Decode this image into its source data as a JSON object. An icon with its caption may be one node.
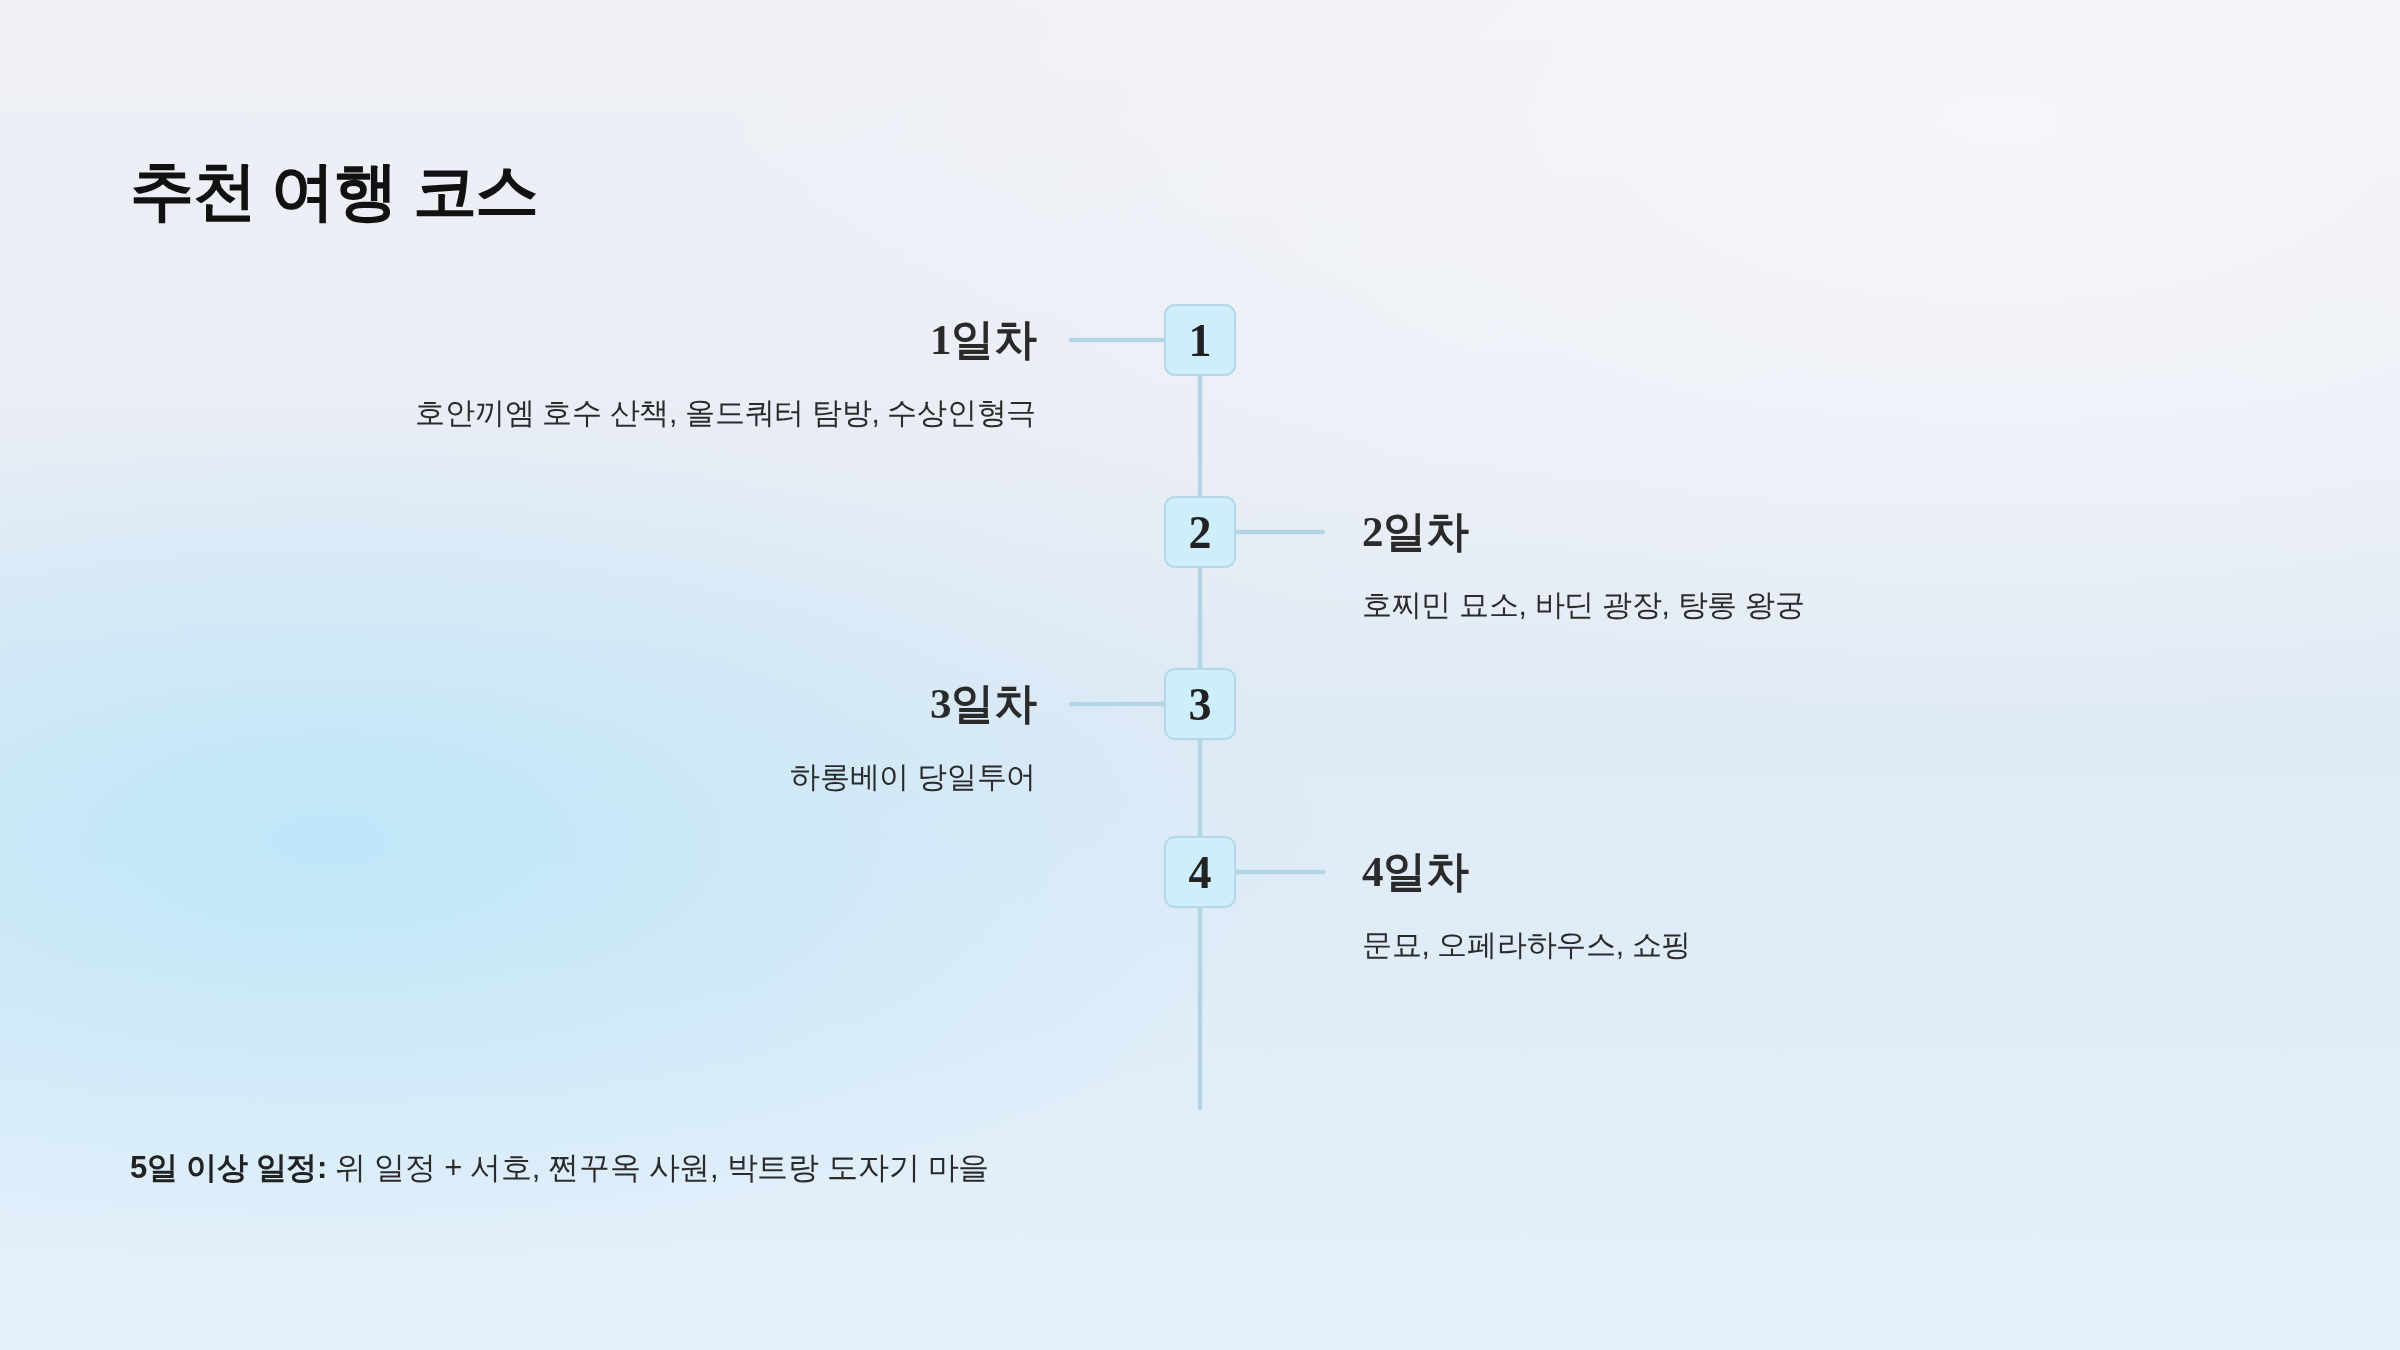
{
  "diagram": {
    "title": "추천 여행 코스",
    "nodes": [
      {
        "text": [
          "1일차",
          "호안끼엠 호수 산책, 올드쿼터 탐방, 수상인형극"
        ]
      },
      {
        "text": [
          "1"
        ]
      },
      {
        "text": [
          "2"
        ]
      },
      {
        "text": [
          "2일차",
          "호찌민 묘소, 바딘 광장, 탕롱 왕궁"
        ]
      },
      {
        "text": [
          "3일차",
          "하롱베이 당일투어"
        ]
      },
      {
        "text": [
          "3"
        ]
      },
      {
        "text": [
          "4"
        ]
      },
      {
        "text": [
          "4일차",
          "문묘, 오페라하우스, 쇼핑"
        ]
      }
    ],
    "edges": [
      {
        "from": 0,
        "to": 1,
        "arrow": "none"
      },
      {
        "from": 1,
        "to": 2,
        "arrow": "none"
      },
      {
        "from": 2,
        "to": 3,
        "arrow": "none"
      },
      {
        "from": 2,
        "to": 5,
        "arrow": "none"
      },
      {
        "from": 4,
        "to": 5,
        "arrow": "none"
      },
      {
        "from": 5,
        "to": 6,
        "arrow": "none"
      },
      {
        "from": 6,
        "to": 7,
        "arrow": "none"
      },
      {
        "from": 6,
        "to": null,
        "arrow": "none"
      }
    ],
    "labels": [
      "**5일 이상 일정:** 위 일정 + 서호, 쩐꾸옥 사원, 박트랑 도자기 마을"
    ]
  }
}
